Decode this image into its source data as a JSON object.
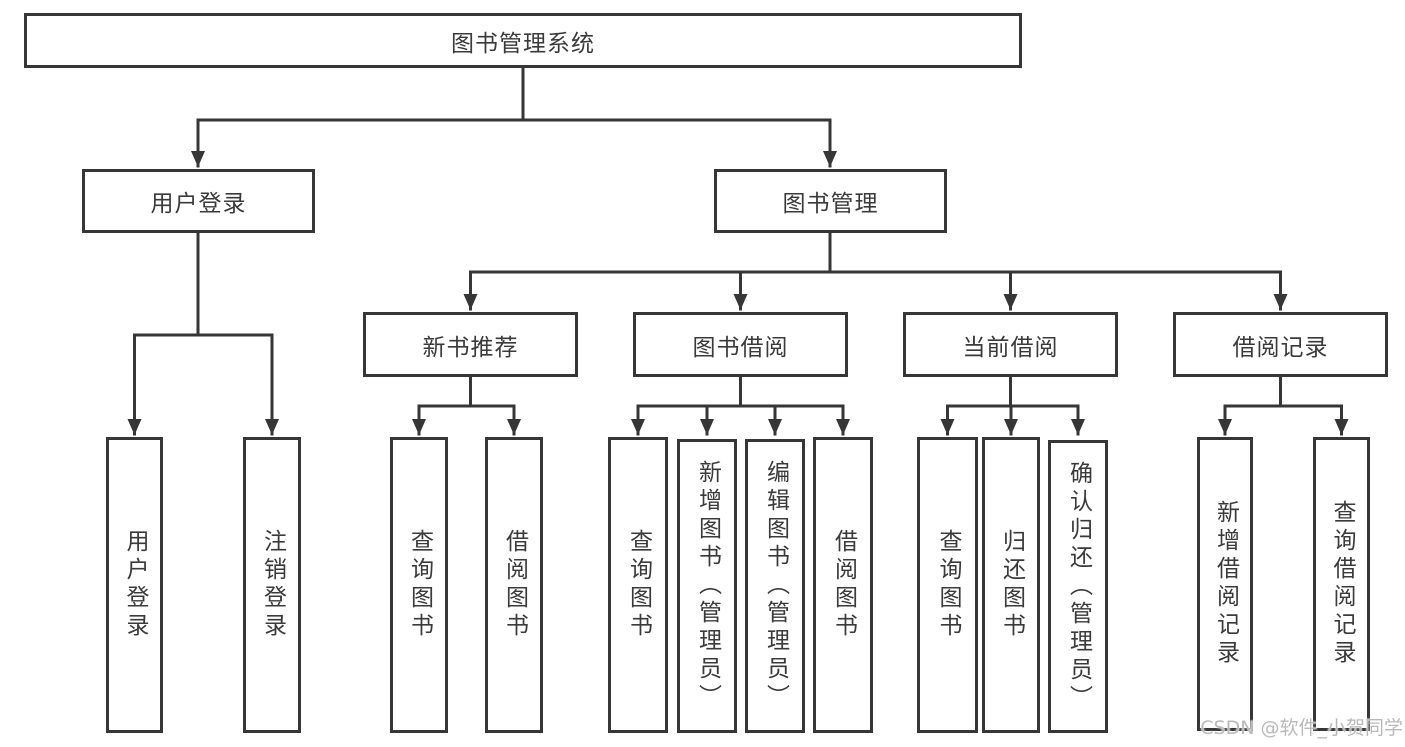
{
  "diagram": {
    "root": {
      "label": "图书管理系统"
    },
    "branches": [
      {
        "id": "user-login",
        "label": "用户登录",
        "children": [
          {
            "label": "用户登录"
          },
          {
            "label": "注销登录"
          }
        ]
      },
      {
        "id": "book-management",
        "label": "图书管理",
        "children": [
          {
            "label": "新书推荐",
            "children": [
              {
                "label": "查询图书"
              },
              {
                "label": "借阅图书"
              }
            ]
          },
          {
            "label": "图书借阅",
            "children": [
              {
                "label": "查询图书"
              },
              {
                "label": "新增图书（管理员）"
              },
              {
                "label": "编辑图书（管理员）"
              },
              {
                "label": "借阅图书"
              }
            ]
          },
          {
            "label": "当前借阅",
            "children": [
              {
                "label": "查询图书"
              },
              {
                "label": "归还图书"
              },
              {
                "label": "确认归还（管理员）"
              }
            ]
          },
          {
            "label": "借阅记录",
            "children": [
              {
                "label": "新增借阅记录"
              },
              {
                "label": "查询借阅记录"
              }
            ]
          }
        ]
      }
    ],
    "line_color": "#363636",
    "text_color": "#3a3a3a"
  },
  "watermark": "CSDN @软件_小贺同学"
}
